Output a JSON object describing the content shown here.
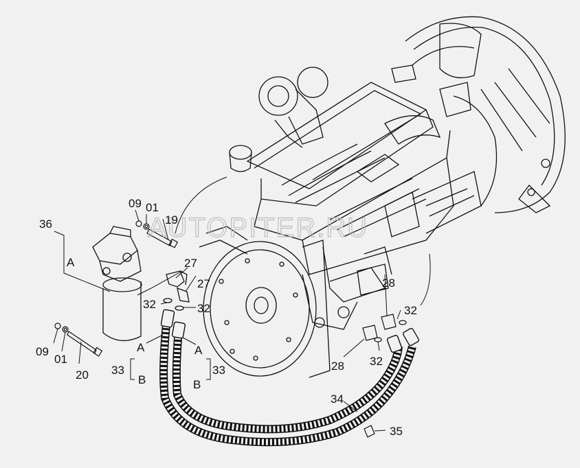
{
  "colors": {
    "background": "#f1f1f1",
    "line": "#111111",
    "watermark": "#bdbdbd"
  },
  "watermark": "AUTOPITER.RU",
  "callouts": {
    "c36": "36",
    "c09a": "09",
    "c01a": "01",
    "c19": "19",
    "c27a": "27",
    "c27b": "27",
    "c32a": "32",
    "c32b": "32",
    "c09b": "09",
    "c01b": "01",
    "c20": "20",
    "c33a": "33",
    "c33b": "33",
    "c28a": "28",
    "c32c": "32",
    "c28b": "28",
    "c32d": "32",
    "c34": "34",
    "c35": "35"
  },
  "letters": {
    "a_filter": "A",
    "a_left": "A",
    "b_left": "B",
    "a_right": "A",
    "b_right": "B"
  }
}
